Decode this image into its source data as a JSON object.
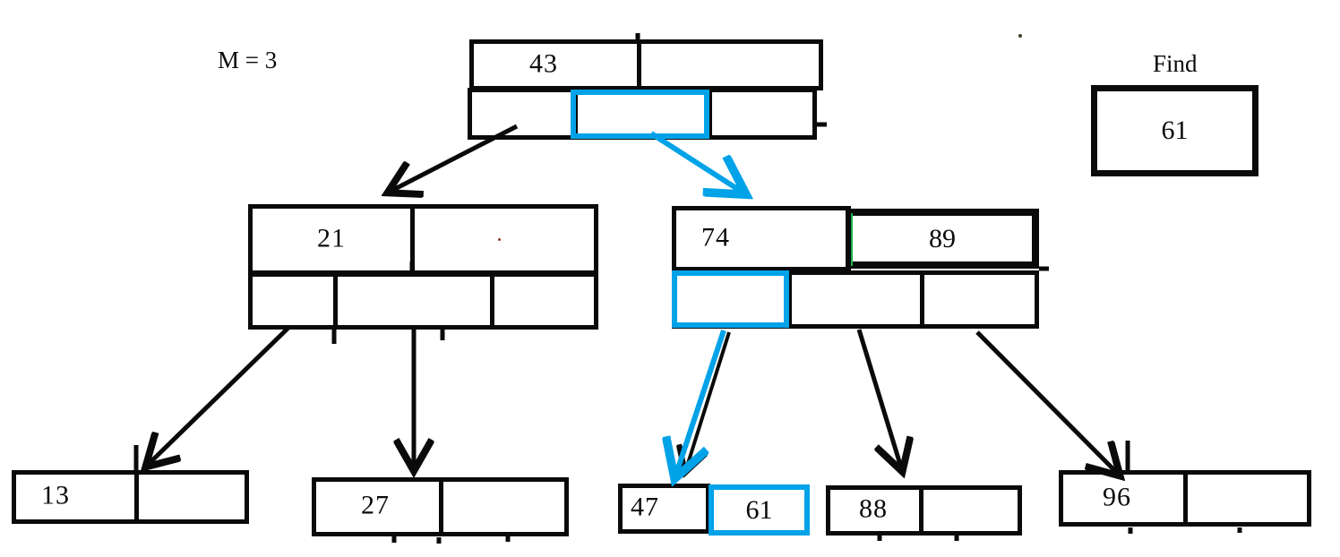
{
  "labels": {
    "order": "M = 3",
    "find_title": "Find",
    "find_value": "61"
  },
  "colors": {
    "ink": "#0a0a0a",
    "highlight": "#00a2e8",
    "artifact_green": "#1db14c",
    "artifact_red": "#8a3a20",
    "artifact_dark": "#3a3a28"
  },
  "tree": {
    "root": {
      "keys": [
        "43",
        ""
      ],
      "pointers": [
        "",
        "",
        ""
      ]
    },
    "left_internal": {
      "keys": [
        "21",
        ""
      ],
      "pointers": [
        "",
        "",
        ""
      ]
    },
    "right_internal": {
      "keys": [
        "74",
        "89"
      ],
      "pointers": [
        "",
        "",
        ""
      ]
    },
    "leaves": [
      {
        "keys": [
          "13",
          ""
        ]
      },
      {
        "keys": [
          "27",
          ""
        ]
      },
      {
        "keys": [
          "47",
          "61"
        ]
      },
      {
        "keys": [
          "88",
          ""
        ]
      },
      {
        "keys": [
          "96",
          ""
        ]
      }
    ]
  }
}
